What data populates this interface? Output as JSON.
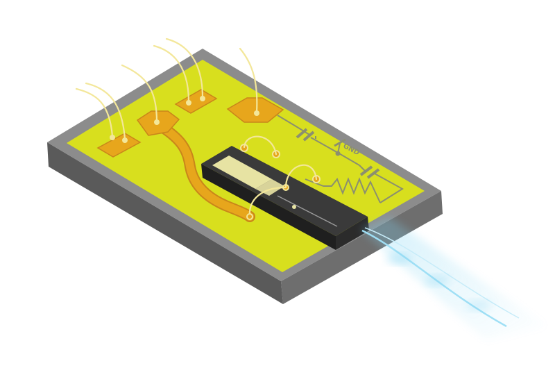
{
  "labels": {
    "ground": "GND"
  },
  "colors": {
    "substrate_top": "#d9e01e",
    "substrate_edge": "#8a8a8a",
    "substrate_base": "#5c5c5c",
    "pad_fill": "#e7a61c",
    "pad_stroke": "#c9861a",
    "wire": "#f3e79a",
    "chip_top": "#3a3a3a",
    "chip_side": "#1f1f1f",
    "circuit_trace": "#8a8d7a",
    "fiber_glow": "#7fd3f2"
  },
  "icons": [
    "capacitor-symbol",
    "resistor-symbol",
    "ground-symbol",
    "optical-fiber"
  ]
}
